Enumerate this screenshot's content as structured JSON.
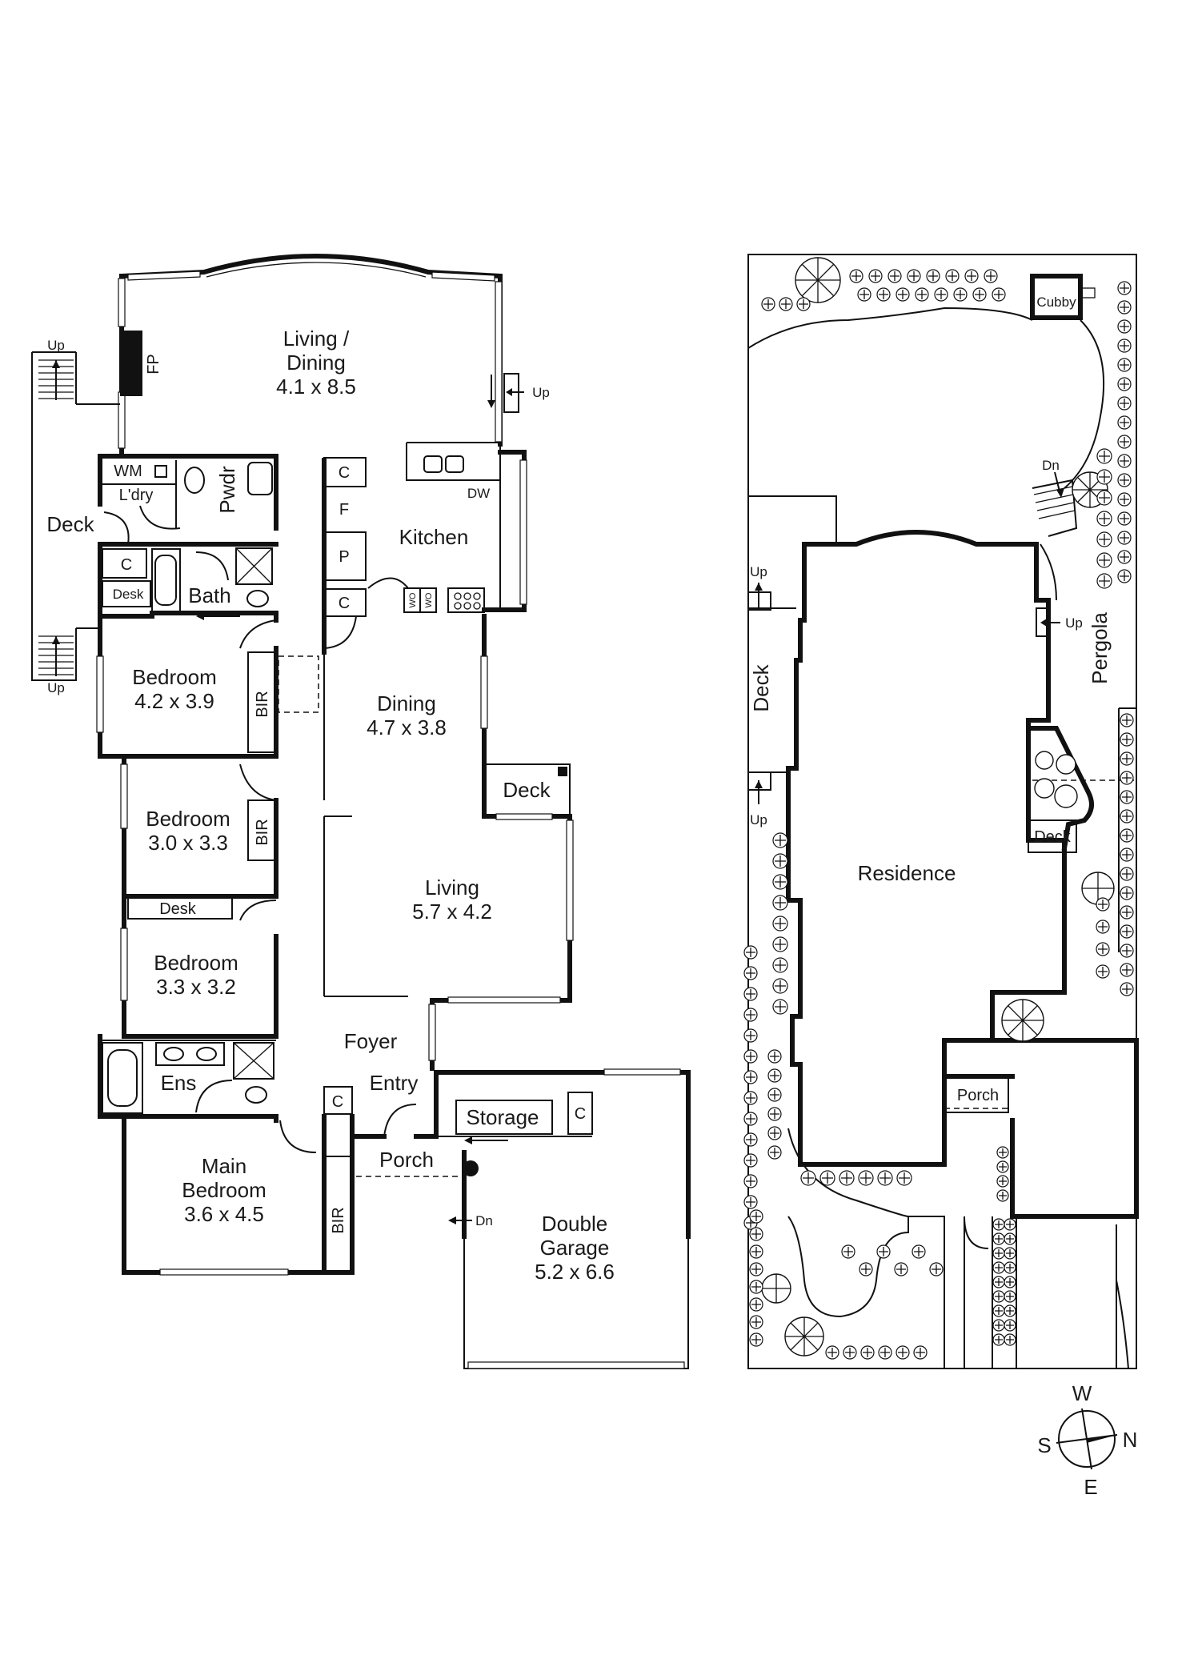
{
  "plan": {
    "rooms": {
      "living_dining": {
        "name": "Living /",
        "name2": "Dining",
        "size": "4.1 x 8.5"
      },
      "fireplace": "FP",
      "kitchen": "Kitchen",
      "dishwasher": "DW",
      "kitchen_c_top": "C",
      "kitchen_f": "F",
      "kitchen_p": "P",
      "kitchen_c_bottom": "C",
      "wall_oven": "WO",
      "laundry_wm": "WM",
      "laundry": "L'dry",
      "powder": "Pwdr",
      "deck_west": "Deck",
      "bath": "Bath",
      "bath_c": "C",
      "desk_top": "Desk",
      "bedroom1": {
        "name": "Bedroom",
        "size": "4.2 x 3.9"
      },
      "bir1": "BIR",
      "dining": {
        "name": "Dining",
        "size": "4.7 x 3.8"
      },
      "deck_east": "Deck",
      "bedroom2": {
        "name": "Bedroom",
        "size": "3.0 x 3.3"
      },
      "bir2": "BIR",
      "desk_mid": "Desk",
      "living": {
        "name": "Living",
        "size": "5.7 x 4.2"
      },
      "bedroom3": {
        "name": "Bedroom",
        "size": "3.3 x 3.2"
      },
      "foyer": "Foyer",
      "ensuite": "Ens",
      "entry": "Entry",
      "entry_c": "C",
      "storage": "Storage",
      "storage_c": "C",
      "porch": "Porch",
      "main_bedroom": {
        "name": "Main",
        "name2": "Bedroom",
        "size": "3.6 x 4.5"
      },
      "bir3": "BIR",
      "garage": {
        "name": "Double",
        "name2": "Garage",
        "size": "5.2 x 6.6"
      }
    },
    "arrows": {
      "up_deck_top": "Up",
      "up_deck_bottom": "Up",
      "up_living": "Up",
      "dn_garage": "Dn"
    }
  },
  "site": {
    "residence": "Residence",
    "cubby": "Cubby",
    "pergola": "Pergola",
    "deck_left": "Deck",
    "deck_right": "Deck",
    "porch": "Porch",
    "up_left_top": "Up",
    "up_left_bottom": "Up",
    "up_right": "Up",
    "dn_top": "Dn"
  },
  "compass": {
    "w": "W",
    "n": "N",
    "s": "S",
    "e": "E"
  }
}
